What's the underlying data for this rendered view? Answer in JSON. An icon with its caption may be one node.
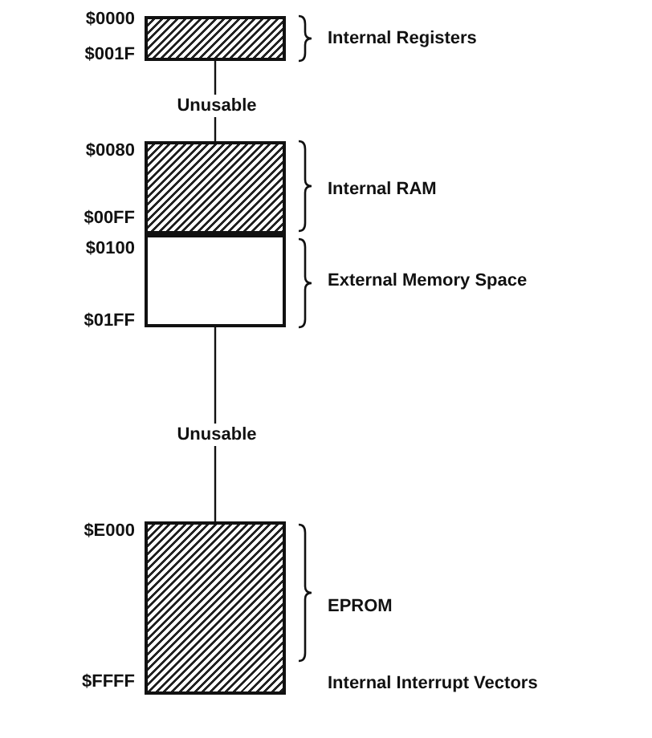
{
  "diagram": {
    "nodes": [
      {
        "text": [],
        "shape": "box",
        "beside": [
          "$0000",
          "$001F",
          "Internal Registers"
        ]
      },
      {
        "text": [],
        "shape": "box",
        "beside": [
          "$0080",
          "$00FF",
          "Internal RAM"
        ]
      },
      {
        "text": [],
        "shape": "box",
        "beside": [
          "$0100",
          "$01FF",
          "External Memory Space"
        ]
      },
      {
        "text": [],
        "shape": "box",
        "beside": [
          "$E000",
          "$FFFF",
          "EPROM",
          "Internal Interrupt Vectors"
        ]
      }
    ],
    "edges": [
      {
        "from": 0,
        "to": 1,
        "arrow": "none",
        "label": "Unusable"
      },
      {
        "from": 2,
        "to": 3,
        "arrow": "none",
        "label": "Unusable"
      }
    ]
  }
}
